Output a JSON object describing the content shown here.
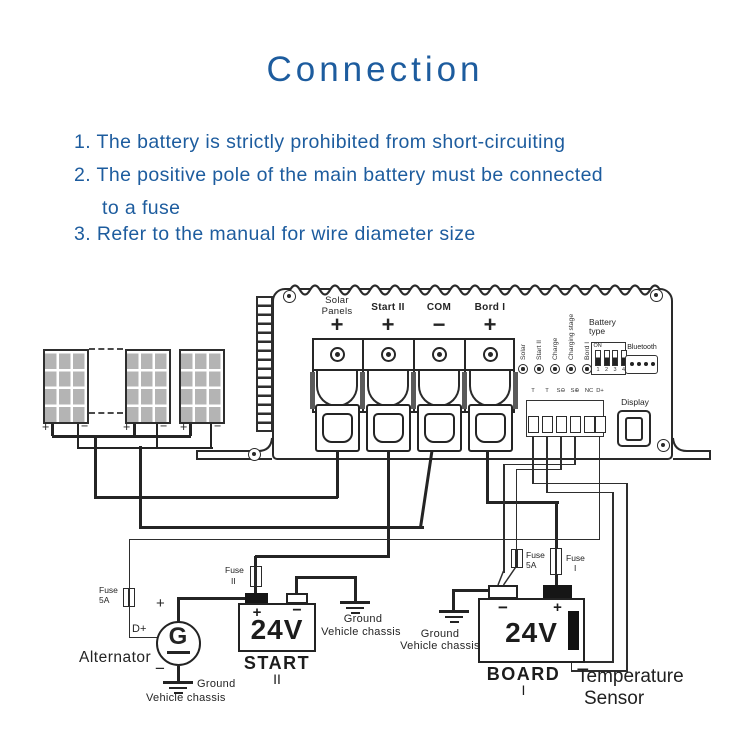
{
  "title": "Connection",
  "instructions": [
    {
      "text": "1. The battery is strictly prohibited from short-circuiting",
      "indent": false
    },
    {
      "text": "2. The positive pole of the main battery must be connected",
      "indent": false
    },
    {
      "text": "to a fuse",
      "indent": true
    },
    {
      "text": "3. Refer to the manual for wire diameter size",
      "indent": false
    }
  ],
  "controller": {
    "terminals": [
      {
        "label": "Solar\nPanels",
        "polarity": "+"
      },
      {
        "label": "Start II",
        "polarity": "+"
      },
      {
        "label": "COM",
        "polarity": "−"
      },
      {
        "label": "Bord I",
        "polarity": "+"
      }
    ],
    "status_leds": [
      "Solar",
      "Start II",
      "Charge",
      "Charging stage",
      "Bord I"
    ],
    "battery_type": {
      "label": "Battery\ntype",
      "on_label": "ON",
      "switch_numbers": [
        "1",
        "2",
        "3",
        "4"
      ]
    },
    "bluetooth_label": "Bluetooth",
    "display_label": "Display",
    "io_pin_labels": [
      "T",
      "T",
      "S⊖",
      "S⊕",
      "NC",
      "D+"
    ]
  },
  "solar_array": {
    "plus": "+",
    "minus": "−"
  },
  "alternator": {
    "label": "Alternator",
    "symbol": "G",
    "terminal_dplus": "D+",
    "plus": "+",
    "minus": "−"
  },
  "fuses": {
    "alternator": {
      "line1": "Fuse",
      "line2": "5A"
    },
    "start": {
      "line1": "Fuse",
      "line2": "II"
    },
    "board_sense": {
      "line1": "Fuse",
      "line2": "5A"
    },
    "board": {
      "line1": "Fuse",
      "line2": "I"
    }
  },
  "batteries": {
    "start": {
      "voltage": "24V",
      "name": "START",
      "numeral": "II",
      "plus": "+",
      "minus": "−"
    },
    "board": {
      "voltage": "24V",
      "name": "BOARD",
      "numeral": "I",
      "plus": "+",
      "minus": "−"
    }
  },
  "grounds": [
    {
      "line1": "Ground",
      "line2": "Vehicle chassis"
    },
    {
      "line1": "Ground",
      "line2": "Vehicle chassis"
    },
    {
      "line1": "Ground",
      "line2": "Vehicle chassis"
    }
  ],
  "temperature_sensor": {
    "line1": "Temperature",
    "line2": "Sensor"
  },
  "colors": {
    "accent_blue": "#1d5c9e",
    "line": "#242424"
  }
}
